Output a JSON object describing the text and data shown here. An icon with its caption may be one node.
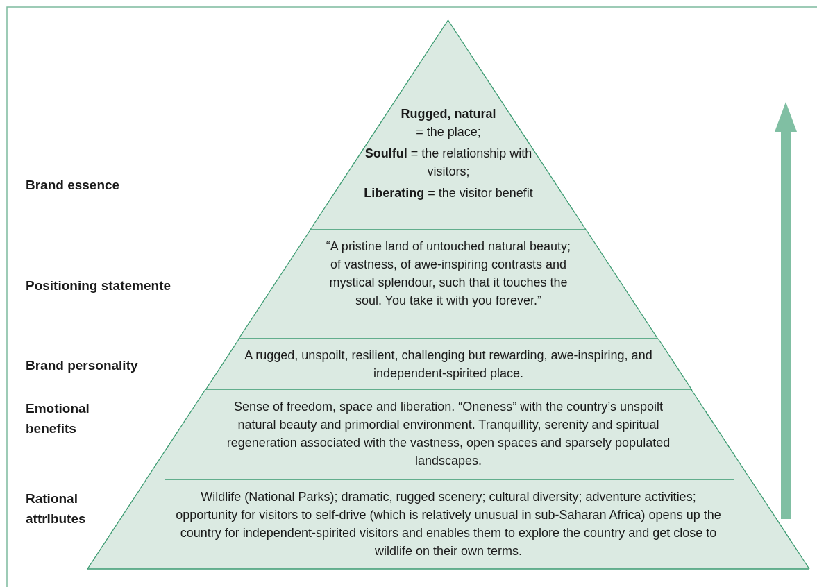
{
  "diagram": {
    "nodes": [
      {
        "text": [
          "**Rugged, natural** = the place;",
          "**Soulful** = the relationship with visitors;",
          "**Liberating** = the visitor benefit"
        ]
      },
      {
        "text": [
          "“A pristine land of untouched natural beauty; of vastness, of awe-inspiring contrasts and mystical splendour, such that it touches the soul. You take it with you forever.”"
        ]
      },
      {
        "text": [
          "A rugged, unspoilt, resilient, challenging but rewarding, awe-inspiring, and independent-spirited place."
        ]
      },
      {
        "text": [
          "Sense of freedom, space and liberation. “Oneness” with the country’s unspoilt natural beauty and primordial environment. Tranquillity, serenity and spiritual regeneration associated with the vastness, open spaces and sparsely populated landscapes."
        ]
      },
      {
        "text": [
          "Wildlife (National Parks); dramatic, rugged scenery; cultural diversity; adventure activities; opportunity for visitors to self-drive (which is relatively unusual in sub-Saharan Africa) opens up the country for independent-spirited visitors and enables them to explore the country and get close to wildlife on their own terms."
        ]
      }
    ],
    "labels": [
      "Brand essence",
      "Positioning statemente",
      "Brand personality",
      "Emotional benefits",
      "Rational attributes"
    ]
  }
}
